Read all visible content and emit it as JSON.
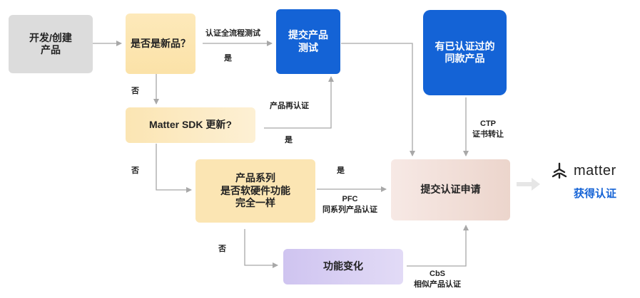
{
  "nodes": {
    "develop": "开发/创建\n产品",
    "is_new": "是否是新品？",
    "submit_test": "提交产品\n测试",
    "certified_same": "有已认证过的\n同款产品",
    "sdk_update": "Matter SDK 更新?",
    "same_family": "产品系列\n是否软硬件功能\n完全一样",
    "apply": "提交认证申请",
    "func_change": "功能变化"
  },
  "edge_labels": {
    "full_test": "认证全流程测试",
    "yes_new": "是",
    "no_new": "否",
    "recert": "产品再认证",
    "yes_sdk": "是",
    "no_sdk": "否",
    "ctp": "CTP\n证书转让",
    "yes_family": "是",
    "pfc": "PFC\n同系列产品认证",
    "no_family": "否",
    "cbs": "CbS\n相似产品认证"
  },
  "result": {
    "logo_word": "matter",
    "certified": "获得认证"
  },
  "colors": {
    "gray_box": "#dcdcdc",
    "yellow_box": "#fbe7b8",
    "blue_box": "#1463d6",
    "pink_box": "#f0dad3",
    "purple_box": "#d6cdf2",
    "arrow": "#a8a8a8",
    "accent_text": "#1563d6"
  }
}
